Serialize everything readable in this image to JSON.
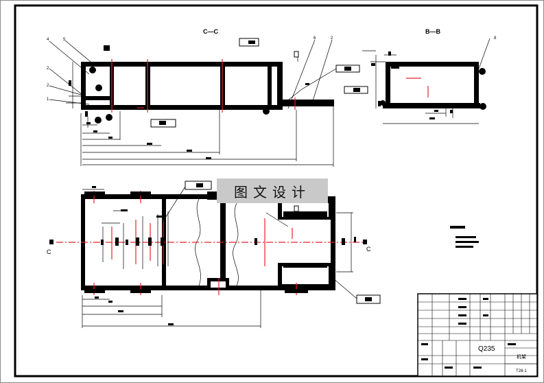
{
  "section_cc": {
    "label": "C—C"
  },
  "section_bb": {
    "label": "B—B"
  },
  "view_marker_left": {
    "letter": "C"
  },
  "view_marker_right": {
    "letter": "C"
  },
  "part_numbers": [
    "4",
    "5",
    "2",
    "2",
    "1",
    "6",
    "2",
    "8"
  ],
  "watermark": {
    "text": "图文设计"
  },
  "title_block": {
    "material": "Q235",
    "drawing_name": "机架",
    "drawing_code": "T28-1"
  },
  "colors": {
    "line": "#000000",
    "centerline": "#e8202a",
    "frame": "#000000"
  }
}
